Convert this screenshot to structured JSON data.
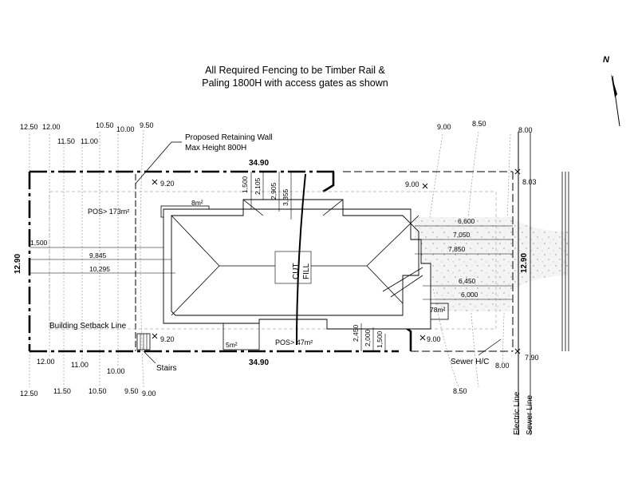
{
  "notes": {
    "fence_line1": "All Required Fencing to be Timber Rail &",
    "fence_line2": "Paling 1800H with access gates as shown"
  },
  "north_label": "N",
  "labels": {
    "retaining_wall_1": "Proposed Retaining Wall",
    "retaining_wall_2": "Max Height 800H",
    "pos_top": "POS> 173m²",
    "pos_bottom": "POS> 47m²",
    "area_8": "8m²",
    "area_5": "5m²",
    "area_78": "78m²",
    "building_setback": "Building Setback Line",
    "stairs": "Stairs",
    "sewer_hc": "Sewer H/C",
    "electric_line": "Electric Line",
    "sewer_line": "Sewer Line",
    "cut": "CUT",
    "fill": "FILL"
  },
  "boundary": {
    "top_length": "34.90",
    "bottom_length": "34.90",
    "left_width": "12.90",
    "right_width": "12.90"
  },
  "contours_top": {
    "c1250": "12.50",
    "c1200": "12.00",
    "c1150": "11.50",
    "c1100": "11.00",
    "c1050": "10.50",
    "c1000": "10.00",
    "c950": "9.50",
    "c900": "9.00",
    "c850": "8.50",
    "c800": "8.00"
  },
  "contours_bottom": {
    "c1250": "12.50",
    "c1200": "12.00",
    "c1150": "11.50",
    "c1100": "11.00",
    "c1050": "10.50",
    "c1000": "10.00",
    "c950": "9.50",
    "c900": "9.00",
    "c850": "8.50",
    "c800": "8.00"
  },
  "spot_levels": {
    "tl": "9.20",
    "bl": "9.20",
    "tr": "9.00",
    "br": "9.00",
    "corner_top": "8.03",
    "corner_bottom": "7.90"
  },
  "dimensions": {
    "d1500_top": "1,500",
    "d2105": "2,105",
    "d2905": "2,905",
    "d3355": "3,355",
    "d1500_left": "1,500",
    "d9845": "9,845",
    "d10295": "10,295",
    "d6600": "6,600",
    "d7050": "7,050",
    "d7850": "7,850",
    "d6450": "6,450",
    "d6000": "6,000",
    "d2450": "2,450",
    "d2000": "2,000",
    "d1500_bottom": "1,500"
  }
}
